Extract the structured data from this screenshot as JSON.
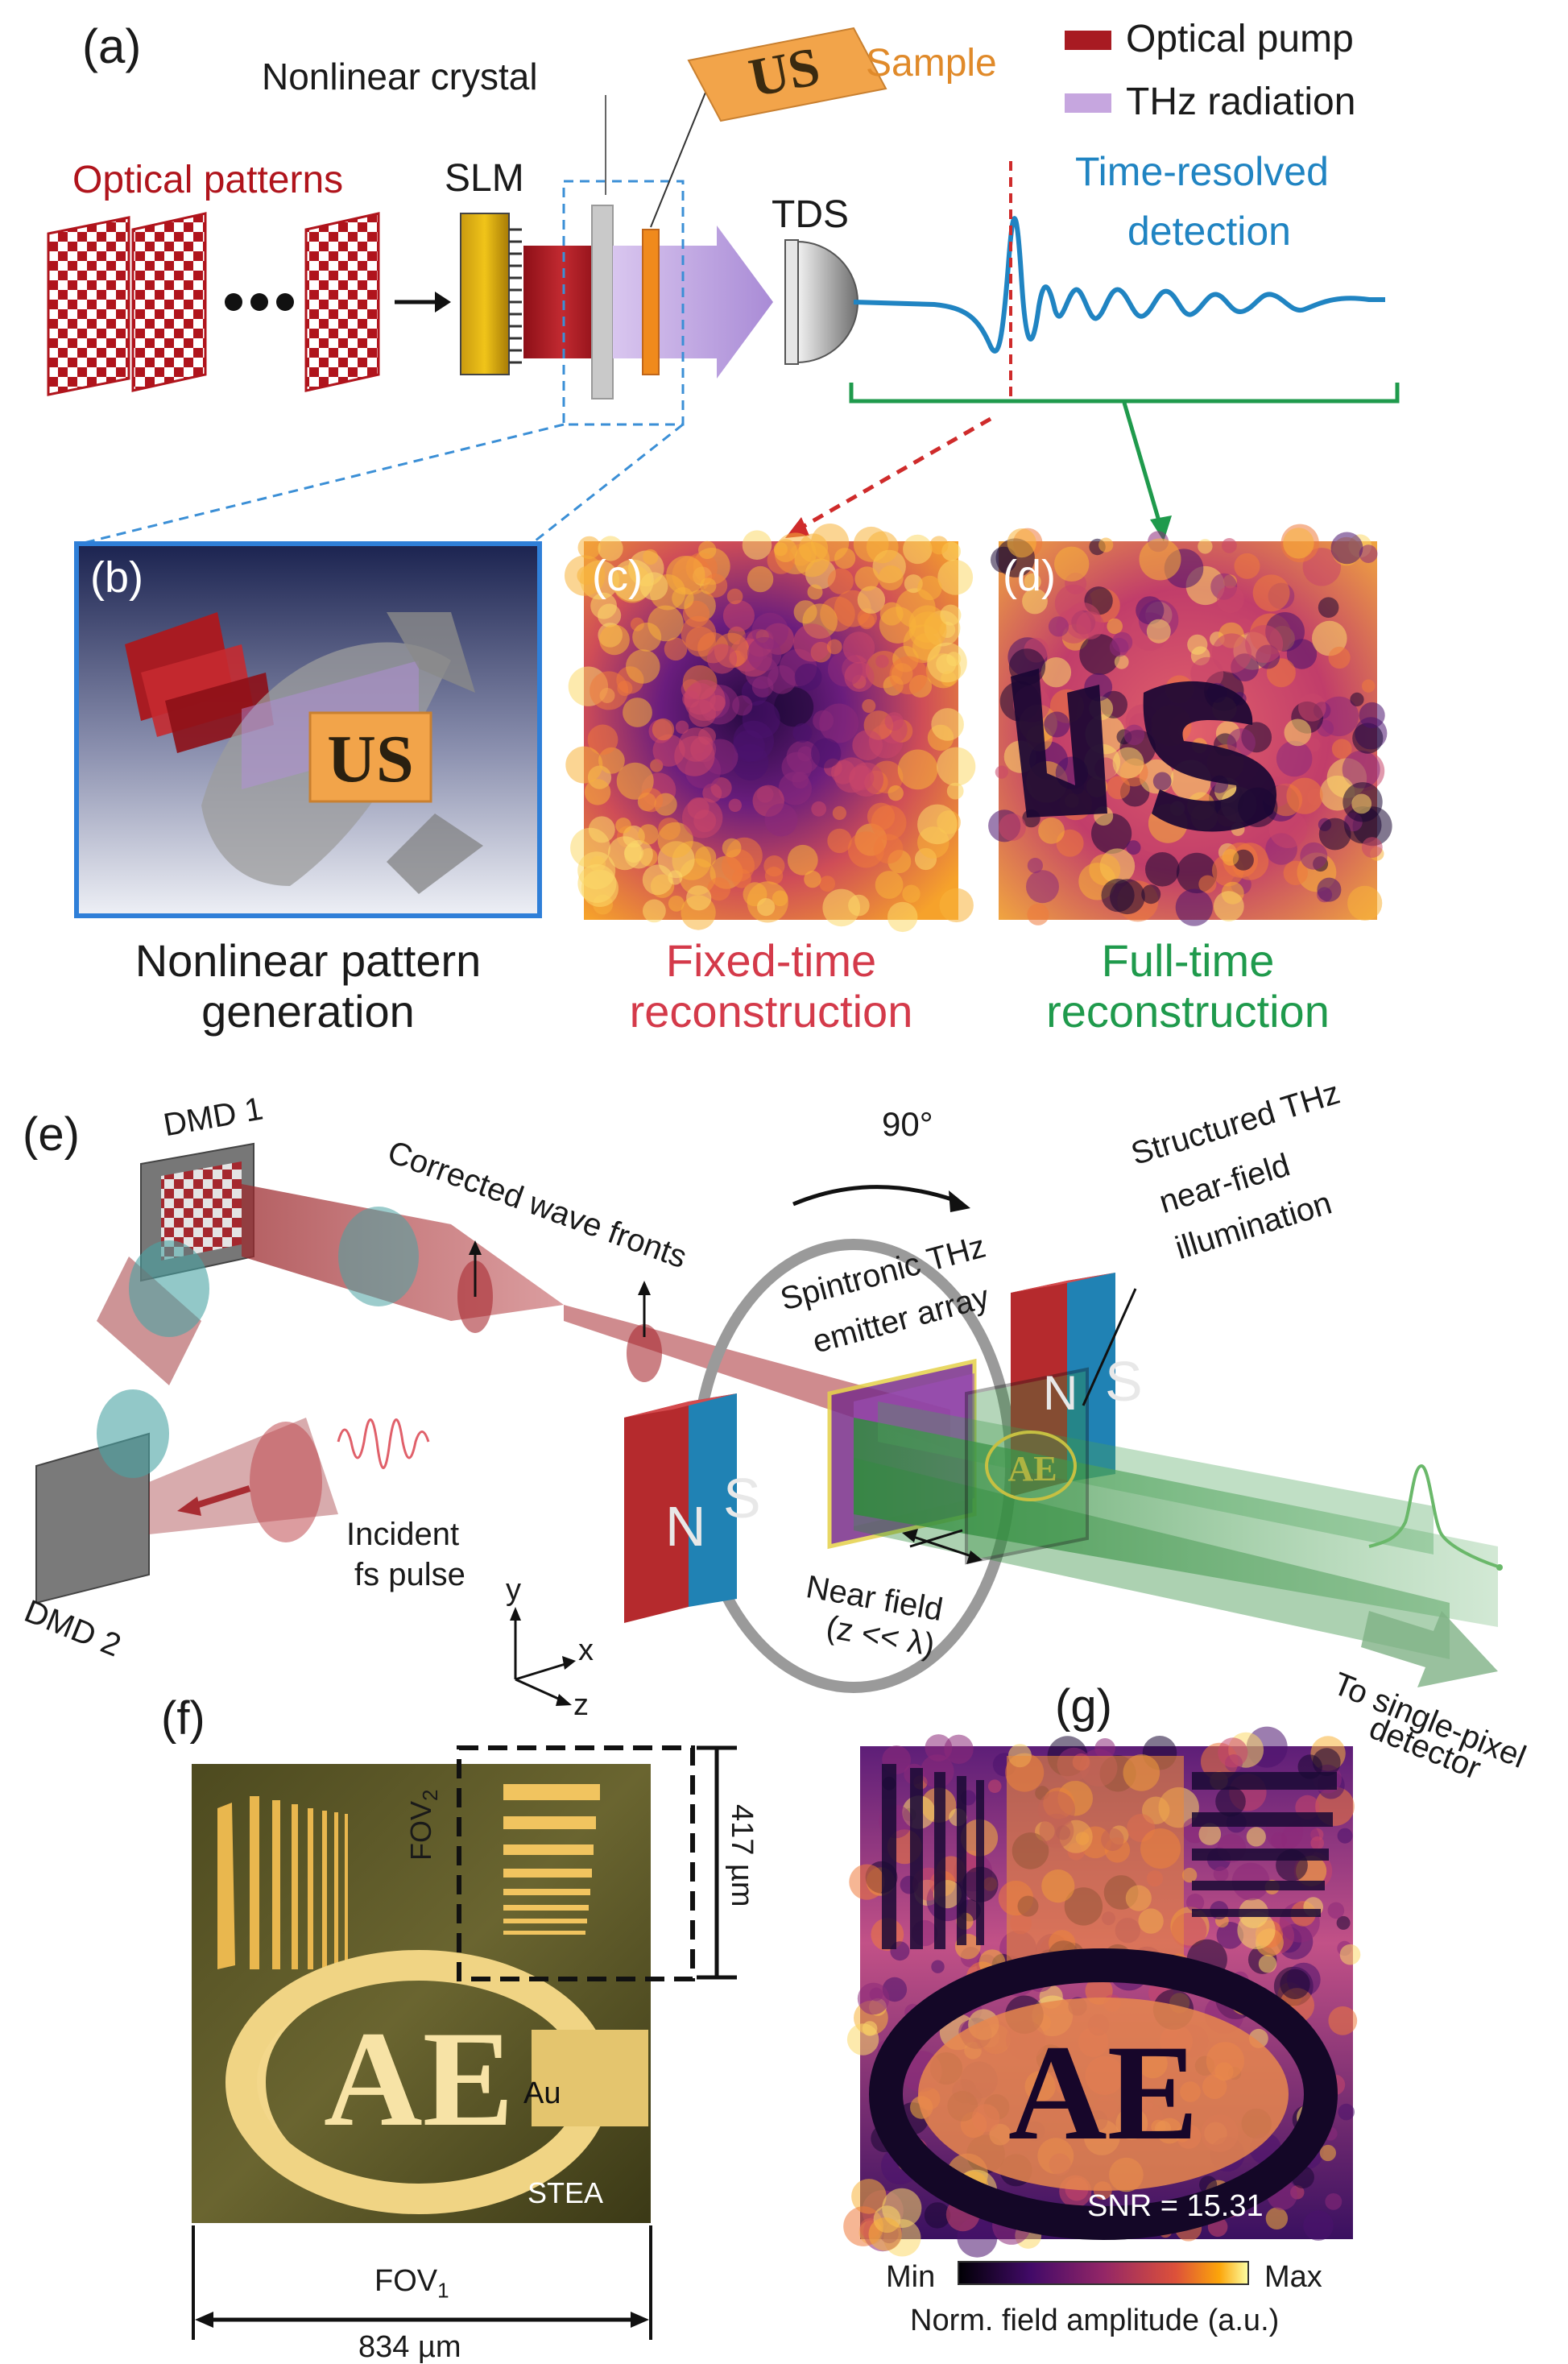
{
  "panel_a": {
    "tag": "(a)",
    "optical_patterns": "Optical patterns",
    "slm": "SLM",
    "nonlinear_crystal": "Nonlinear crystal",
    "sample": "Sample",
    "sample_logo": "US",
    "tds": "TDS",
    "time_resolved_1": "Time-resolved",
    "time_resolved_2": "detection",
    "legend": [
      {
        "label": "Optical pump",
        "color": "#a81b22"
      },
      {
        "label": "THz radiation",
        "color": "#c6a6df"
      }
    ]
  },
  "panel_b": {
    "tag": "(b)",
    "logo": "US",
    "caption_1": "Nonlinear pattern",
    "caption_2": "generation"
  },
  "panel_c": {
    "tag": "(c)",
    "caption_1": "Fixed-time",
    "caption_2": "reconstruction",
    "caption_color": "#d43a4a"
  },
  "panel_d": {
    "tag": "(d)",
    "caption_1": "Full-time",
    "caption_2": "reconstruction",
    "caption_color": "#1f9a4c"
  },
  "panel_e": {
    "tag": "(e)",
    "dmd1": "DMD 1",
    "dmd2": "DMD 2",
    "corrected": "Corrected wave fronts",
    "rotation": "90°",
    "structured_1": "Structured THz",
    "structured_2": "near-field",
    "structured_3": "illumination",
    "emitter_1": "Spintronic THz",
    "emitter_2": "emitter array",
    "incident_1": "Incident",
    "incident_2": "fs pulse",
    "near_field_1": "Near field",
    "near_field_2": "(z << λ)",
    "magnet_n": "N",
    "magnet_s": "S",
    "axis_y": "y",
    "axis_x": "x",
    "axis_z": "z",
    "detector_1": "To single-pixel",
    "detector_2": "detector",
    "chip_logo": "AE"
  },
  "panel_f": {
    "tag": "(f)",
    "fov2": "FOV",
    "fov2_sub": "2",
    "fov1": "FOV",
    "fov1_sub": "1",
    "dim_vertical": "417 µm",
    "dim_horizontal": "834 µm",
    "au": "Au",
    "stea": "STEA",
    "logo": "AE"
  },
  "panel_g": {
    "tag": "(g)",
    "snr": "SNR = 15.31",
    "cbar_min": "Min",
    "cbar_max": "Max",
    "cbar_label": "Norm. field amplitude (a.u.)",
    "logo": "AE"
  }
}
